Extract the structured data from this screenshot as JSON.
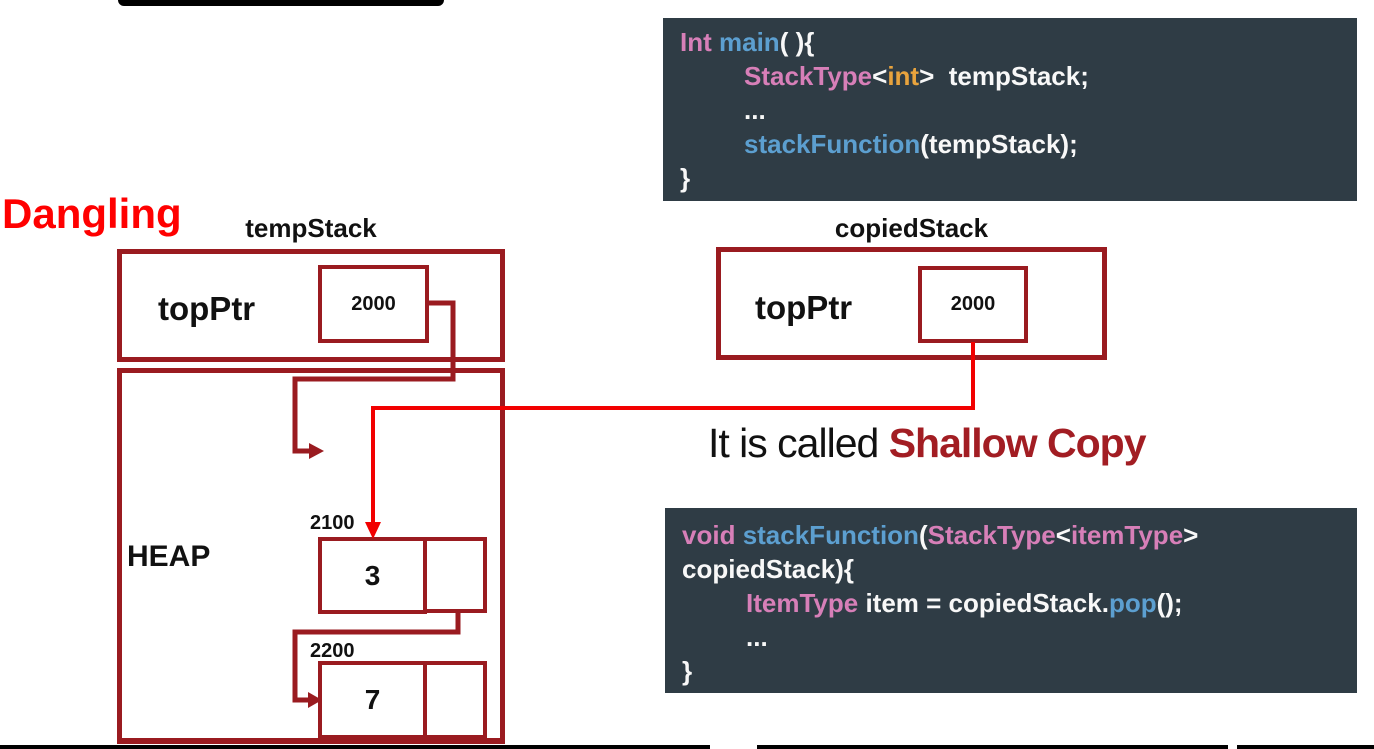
{
  "palette": {
    "code_bg": "#2f3c45",
    "tok_pink": "#d77fb8",
    "tok_blue": "#5c9fd0",
    "tok_orange": "#e8a33d",
    "tok_white": "#f8f8f8",
    "box_red": "#9a1b20",
    "arrow_red": "#f20000",
    "label_red": "#ff0000",
    "shallow_red": "#a21d23"
  },
  "code_blocks": [
    {
      "name": "main-code",
      "lines": [
        {
          "indent": 0,
          "segments": [
            {
              "t": "Int",
              "c": "pink"
            },
            {
              "t": " ",
              "c": "white"
            },
            {
              "t": "main",
              "c": "blue"
            },
            {
              "t": "( ){",
              "c": "white"
            }
          ]
        },
        {
          "indent": 1,
          "segments": [
            {
              "t": "StackType",
              "c": "pink"
            },
            {
              "t": "<",
              "c": "white"
            },
            {
              "t": "int",
              "c": "orange"
            },
            {
              "t": ">",
              "c": "white"
            },
            {
              "t": "  tempStack;",
              "c": "white"
            }
          ]
        },
        {
          "indent": 1,
          "segments": [
            {
              "t": "...",
              "c": "white"
            }
          ]
        },
        {
          "indent": 1,
          "segments": [
            {
              "t": "stackFunction",
              "c": "blue"
            },
            {
              "t": "(tempStack);",
              "c": "white"
            }
          ]
        },
        {
          "indent": 0,
          "segments": [
            {
              "t": "}",
              "c": "white"
            }
          ]
        }
      ]
    },
    {
      "name": "stackFunction-code",
      "lines": [
        {
          "indent": 0,
          "segments": [
            {
              "t": "void",
              "c": "pink"
            },
            {
              "t": " ",
              "c": "white"
            },
            {
              "t": "stackFunction",
              "c": "blue"
            },
            {
              "t": "(",
              "c": "white"
            },
            {
              "t": "StackType",
              "c": "pink"
            },
            {
              "t": "<",
              "c": "white"
            },
            {
              "t": "itemType",
              "c": "pink"
            },
            {
              "t": ">",
              "c": "white"
            }
          ]
        },
        {
          "indent": 0,
          "segments": [
            {
              "t": "copiedStack){",
              "c": "white"
            }
          ]
        },
        {
          "indent": 1,
          "segments": [
            {
              "t": "ItemType",
              "c": "pink"
            },
            {
              "t": " item = copiedStack.",
              "c": "white"
            },
            {
              "t": "pop",
              "c": "blue"
            },
            {
              "t": "();",
              "c": "white"
            }
          ]
        },
        {
          "indent": 1,
          "segments": [
            {
              "t": "...",
              "c": "white"
            }
          ]
        },
        {
          "indent": 0,
          "segments": [
            {
              "t": "}",
              "c": "white"
            }
          ]
        }
      ]
    }
  ],
  "diagram": {
    "dangling_label": "Dangling",
    "temp_stack": {
      "title": "tempStack",
      "field": "topPtr",
      "value": "2000"
    },
    "copied_stack": {
      "title": "copiedStack",
      "field": "topPtr",
      "value": "2000"
    },
    "heap": {
      "label": "HEAP",
      "nodes": [
        {
          "address": "2100",
          "value": "3"
        },
        {
          "address": "2200",
          "value": "7"
        }
      ]
    },
    "caption": {
      "prefix": "It is called ",
      "highlight": "Shallow Copy"
    }
  }
}
